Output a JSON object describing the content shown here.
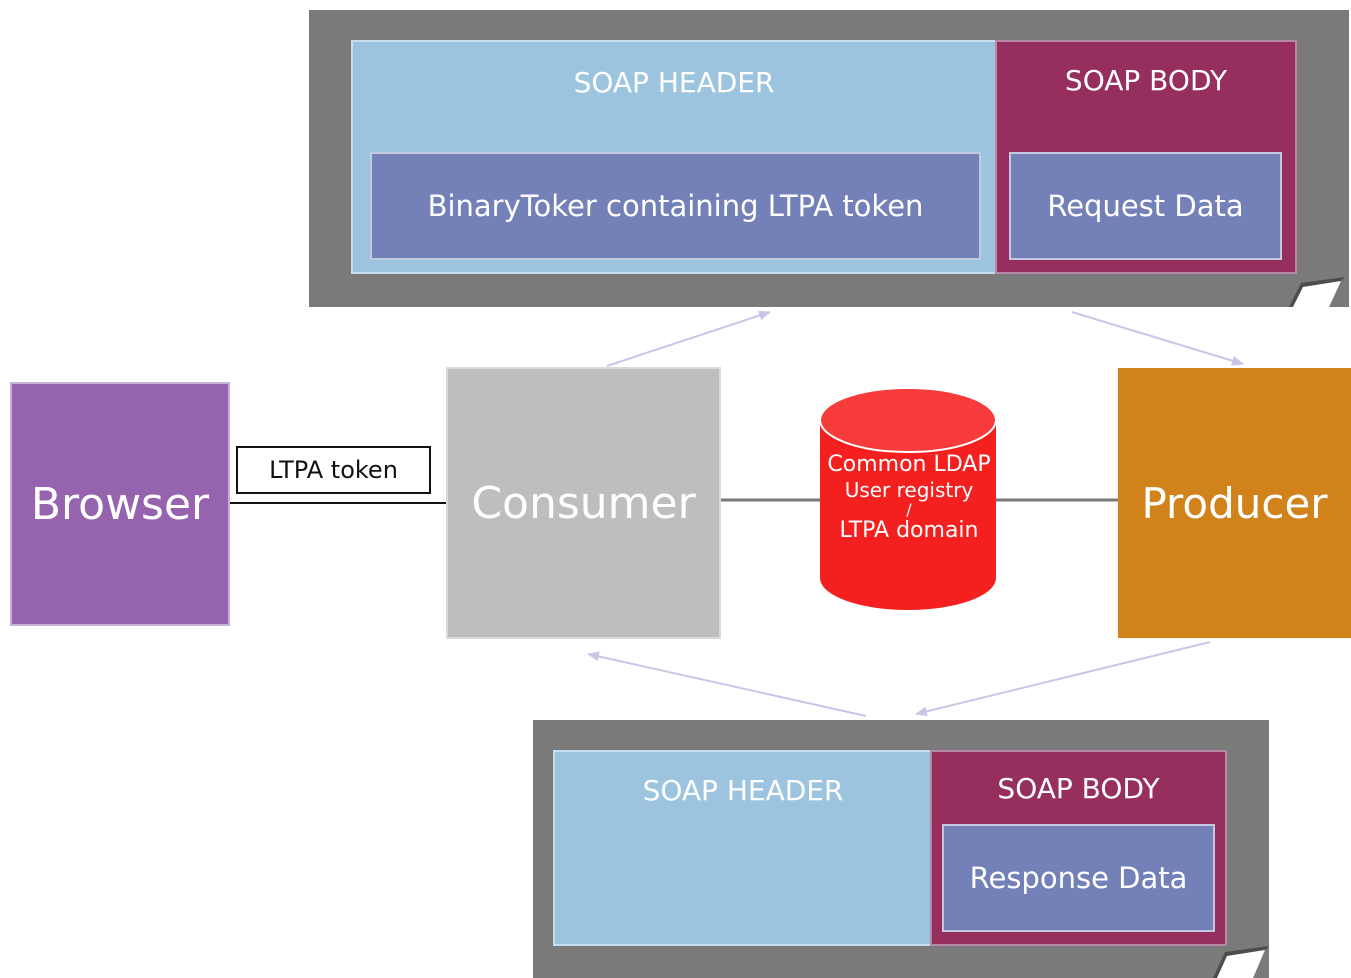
{
  "request_message": {
    "header_label": "SOAP HEADER",
    "body_label": "SOAP BODY",
    "header_item": "BinaryToker containing LTPA token",
    "body_item": "Request Data"
  },
  "response_message": {
    "header_label": "SOAP HEADER",
    "body_label": "SOAP BODY",
    "body_item": "Response Data"
  },
  "nodes": {
    "browser": "Browser",
    "consumer": "Consumer",
    "producer": "Producer"
  },
  "link_label": "LTPA token",
  "registry": {
    "line1": "Common LDAP",
    "line2": "User registry",
    "line3": "/",
    "line4": "LTPA domain"
  },
  "colors": {
    "browser": "#9663ae",
    "consumer": "#bebebe",
    "producer": "#d1821a",
    "registry": "#f41f1f",
    "header": "#9cc4de",
    "body": "#962f5e",
    "token": "#7481b8",
    "frame": "#7a7a7a",
    "arrow": "#c9c6e8"
  }
}
